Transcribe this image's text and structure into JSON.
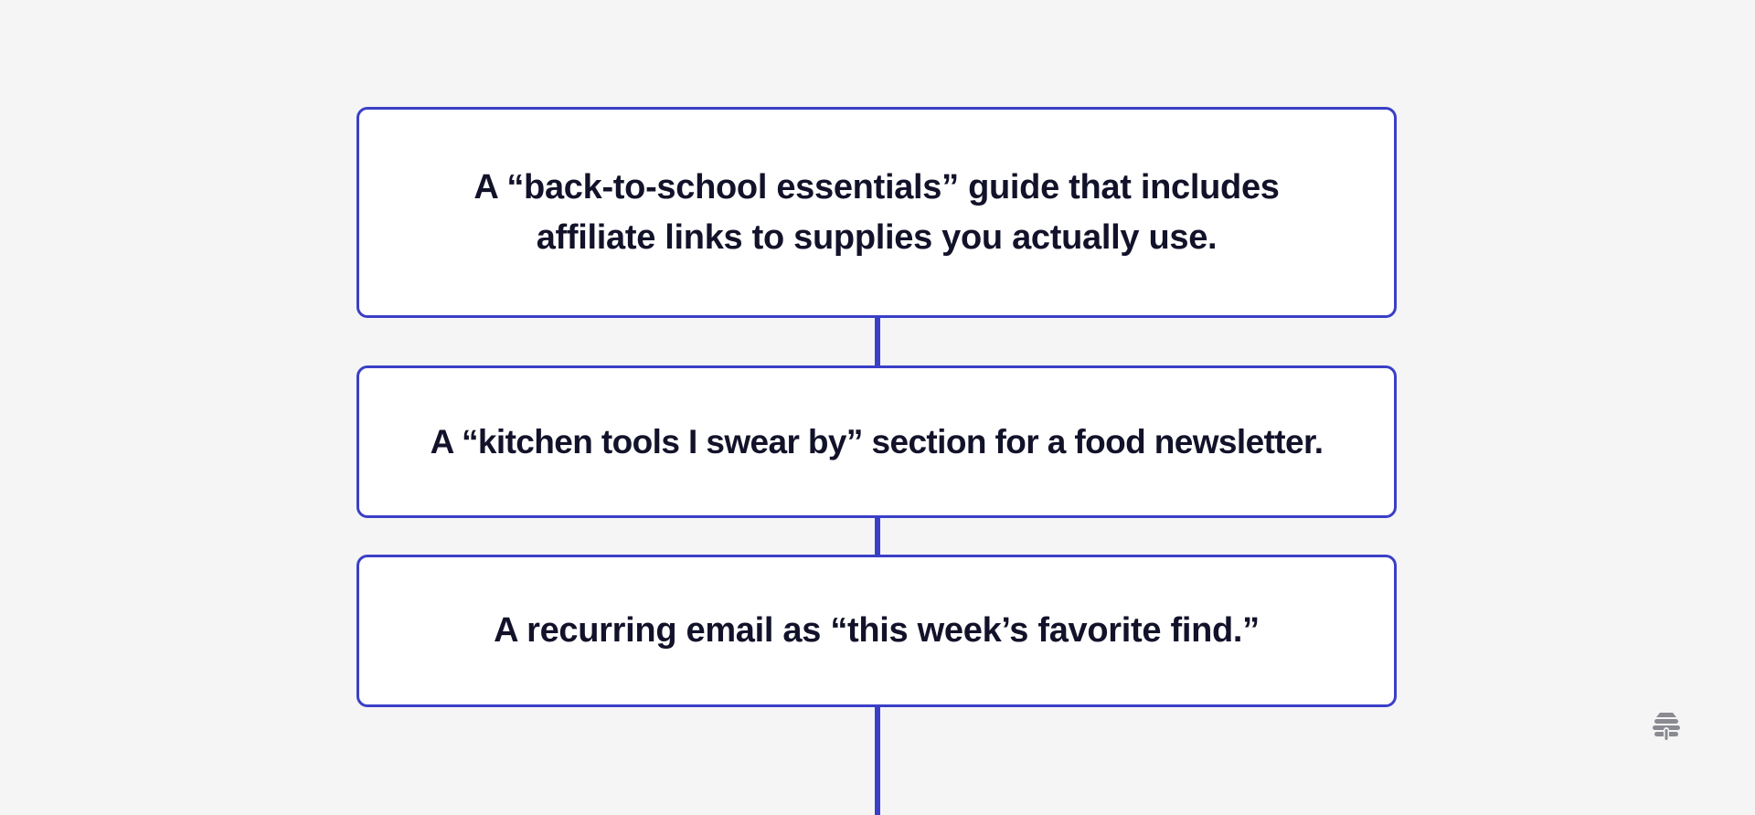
{
  "colors": {
    "background": "#f5f5f5",
    "accent": "#3a3fc7",
    "card_fill": "#ffffff",
    "text": "#12122a",
    "logo": "#8a8a92"
  },
  "cards": [
    {
      "lines": [
        "A “back-to-school essentials” guide that includes",
        "affiliate links to supplies you actually use."
      ]
    },
    {
      "lines": [
        "A “kitchen tools I swear by” section for a food newsletter."
      ]
    },
    {
      "lines": [
        "A recurring email as  “this week’s favorite find.”"
      ]
    }
  ],
  "logo": {
    "icon": "beehive-logo-icon"
  }
}
